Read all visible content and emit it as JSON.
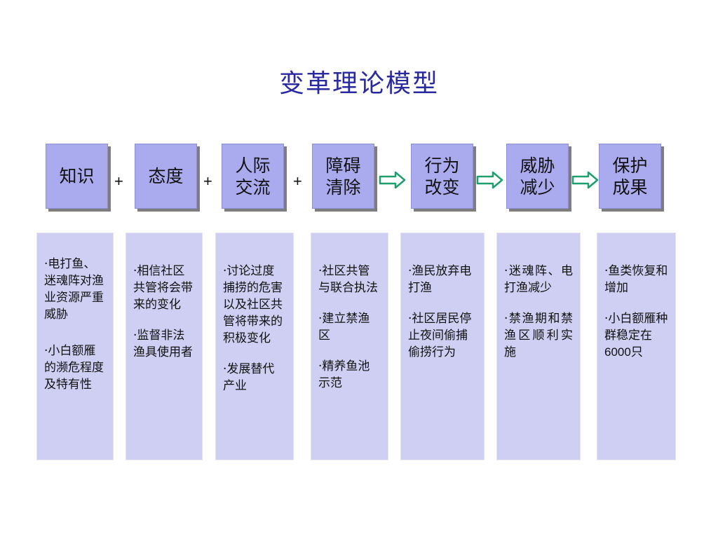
{
  "title": "变革理论模型",
  "colors": {
    "title": "#2a2aa0",
    "box": "#aaaaee",
    "panel": "#cfcff3",
    "arrow": "#1f9e6e"
  },
  "connectors": [
    "+",
    "+",
    "+",
    "arrow",
    "arrow",
    "arrow"
  ],
  "stages": [
    {
      "line1": "知识",
      "line2": ""
    },
    {
      "line1": "态度",
      "line2": ""
    },
    {
      "line1": "人际",
      "line2": "交流"
    },
    {
      "line1": "障碍",
      "line2": "清除"
    },
    {
      "line1": "行为",
      "line2": "改变"
    },
    {
      "line1": "威胁",
      "line2": "减少"
    },
    {
      "line1": "保护",
      "line2": "成果"
    }
  ],
  "details": [
    {
      "points": [
        "·电打鱼、迷魂阵对渔业资源严重威胁",
        "·小白额雁的濒危程度及特有性"
      ]
    },
    {
      "points": [
        "·相信社区共管将会带来的变化",
        "·监督非法渔具使用者"
      ]
    },
    {
      "points": [
        "·讨论过度捕捞的危害以及社区共管将带来的积极变化",
        "·发展替代产业"
      ]
    },
    {
      "points": [
        "·社区共管与联合执法",
        "·建立禁渔区",
        "·精养鱼池示范"
      ]
    },
    {
      "points": [
        "·渔民放弃电打渔",
        "·社区居民停止夜间偷捕偷捞行为"
      ]
    },
    {
      "points": [
        "·迷魂阵、电打渔减少",
        "·禁渔期和禁渔区顺利实施"
      ]
    },
    {
      "points": [
        "·鱼类恢复和增加",
        "·小白额雁种群稳定在",
        "6000",
        "只"
      ]
    }
  ]
}
